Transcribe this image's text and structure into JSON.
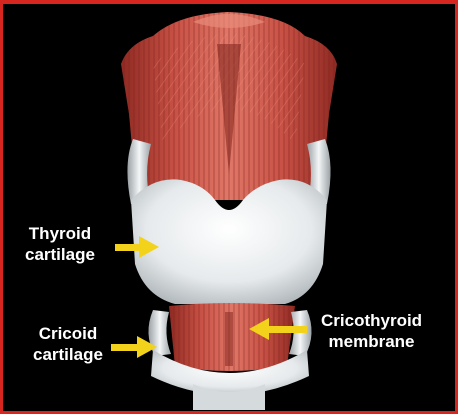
{
  "figure": {
    "labels": {
      "thyroid": {
        "line1": "Thyroid",
        "line2": "cartilage"
      },
      "cricoid": {
        "line1": "Cricoid",
        "line2": "cartilage"
      },
      "cricothyroid": {
        "line1": "Cricothyroid",
        "line2": "membrane"
      }
    },
    "colors": {
      "border": "#d7261f",
      "background": "#000000",
      "muscle": "#c24a3f",
      "cartilage": "#e8ecee",
      "arrow": "#f3d21c",
      "text": "#ffffff"
    }
  }
}
